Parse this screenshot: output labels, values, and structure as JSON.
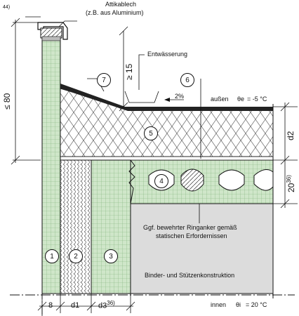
{
  "footnote_44": "44)",
  "coping": {
    "line1": "Attikablech",
    "line2": "(z.B. aus Aluminium)"
  },
  "drainage": "Entwässerung",
  "slope": "2%",
  "outside": {
    "label": "außen",
    "temp_symbol": "θe",
    "temp_value": "=  -5 °C"
  },
  "inside": {
    "label": "innen",
    "temp_symbol": "θi",
    "temp_value": "=  20 °C"
  },
  "dims": {
    "left_height": "≤ 80",
    "upper_height": "≥ 15",
    "d2": "d2",
    "slab": "20",
    "slab_sup": "36)",
    "w8": "8",
    "d1": "d1",
    "d3": "d3",
    "d3_sup": "36)"
  },
  "ring_anchor": {
    "line1": "Ggf. bewehrter Ringanker gemäß",
    "line2": "statischen Erfordernissen"
  },
  "structure_label": "Binder- und Stützenkonstruktion",
  "markers": [
    "1",
    "2",
    "3",
    "4",
    "5",
    "6",
    "7"
  ],
  "colors": {
    "masonry_fill": "#cfe6c9",
    "masonry_line": "#8fbf88",
    "concrete": "#dcdcdc",
    "line": "#111111"
  }
}
